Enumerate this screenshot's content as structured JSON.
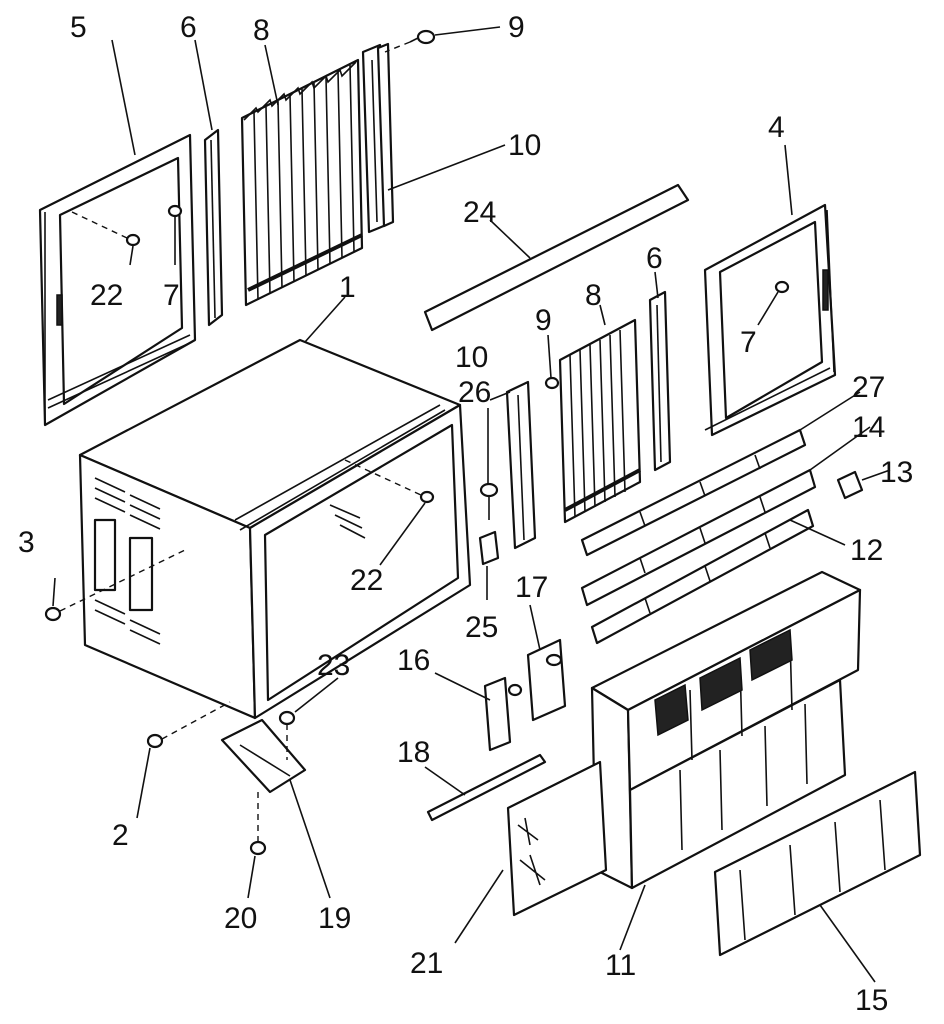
{
  "callouts": {
    "c1": "1",
    "c2": "2",
    "c3": "3",
    "c4": "4",
    "c5": "5",
    "c6a": "6",
    "c6b": "6",
    "c7a": "7",
    "c7b": "7",
    "c8a": "8",
    "c8b": "8",
    "c9a": "9",
    "c9b": "9",
    "c10a": "10",
    "c10b": "10",
    "c11": "11",
    "c12": "12",
    "c13": "13",
    "c14": "14",
    "c15": "15",
    "c16": "16",
    "c17": "17",
    "c18": "18",
    "c19": "19",
    "c20": "20",
    "c21": "21",
    "c22a": "22",
    "c22b": "22",
    "c23": "23",
    "c24": "24",
    "c25": "25",
    "c26": "26",
    "c27": "27"
  }
}
